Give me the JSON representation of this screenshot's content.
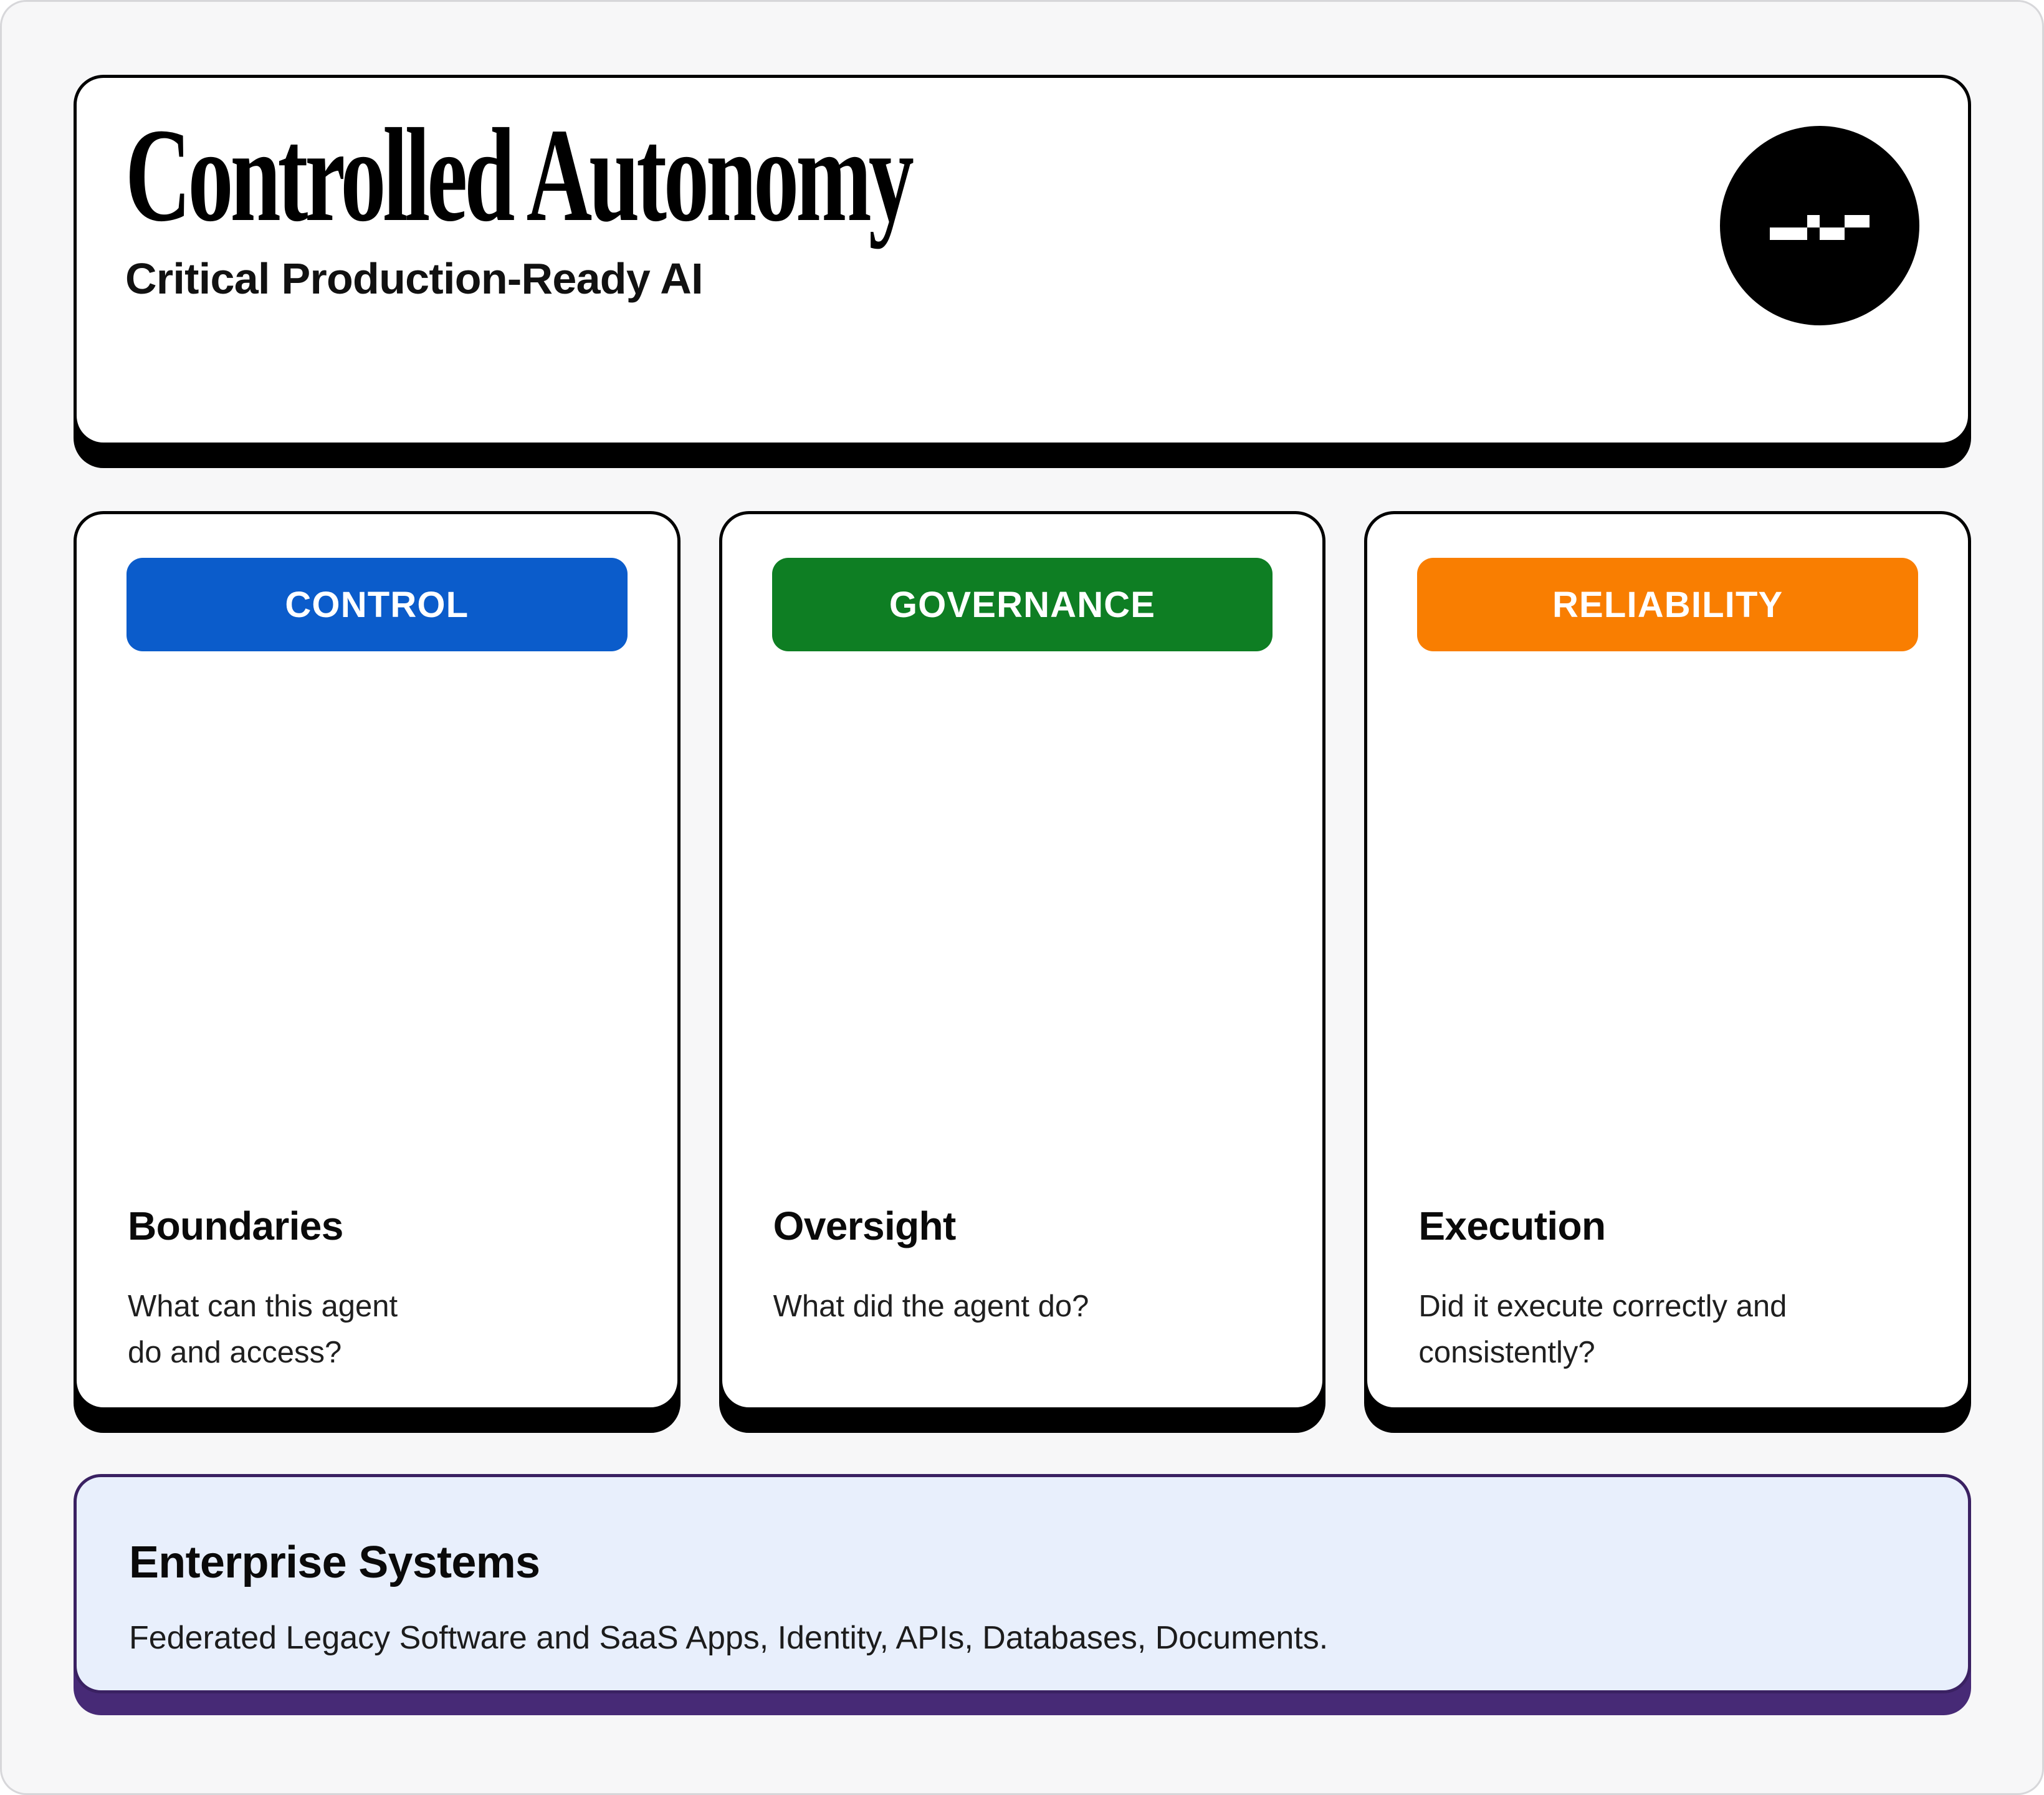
{
  "page": {
    "background": "#f7f7f8"
  },
  "header": {
    "title": "Controlled Autonomy",
    "subtitle": "Critical Production-Ready AI",
    "logo_icon": "pixel-glitch-icon",
    "logo_bg": "#000000"
  },
  "pillars": [
    {
      "badge": "CONTROL",
      "badge_color": "#0b5ccb",
      "heading": "Boundaries",
      "description_lines": [
        "What can this agent",
        "do and access?"
      ]
    },
    {
      "badge": "GOVERNANCE",
      "badge_color": "#0e7e23",
      "heading": "Oversight",
      "description_lines": [
        "What did the agent do?"
      ]
    },
    {
      "badge": "RELIABILITY",
      "badge_color": "#f97e01",
      "heading": "Execution",
      "description_lines": [
        "Did it execute correctly and",
        "consistently?"
      ]
    }
  ],
  "foundation": {
    "title": "Enterprise Systems",
    "description": "Federated Legacy Software and SaaS Apps, Identity, APIs, Databases, Documents.",
    "background": "#e8effc",
    "border_color": "#3a2162",
    "shadow_color": "#472a76"
  },
  "card_style": {
    "shadow_color": "#000000",
    "border_color": "#000000"
  }
}
